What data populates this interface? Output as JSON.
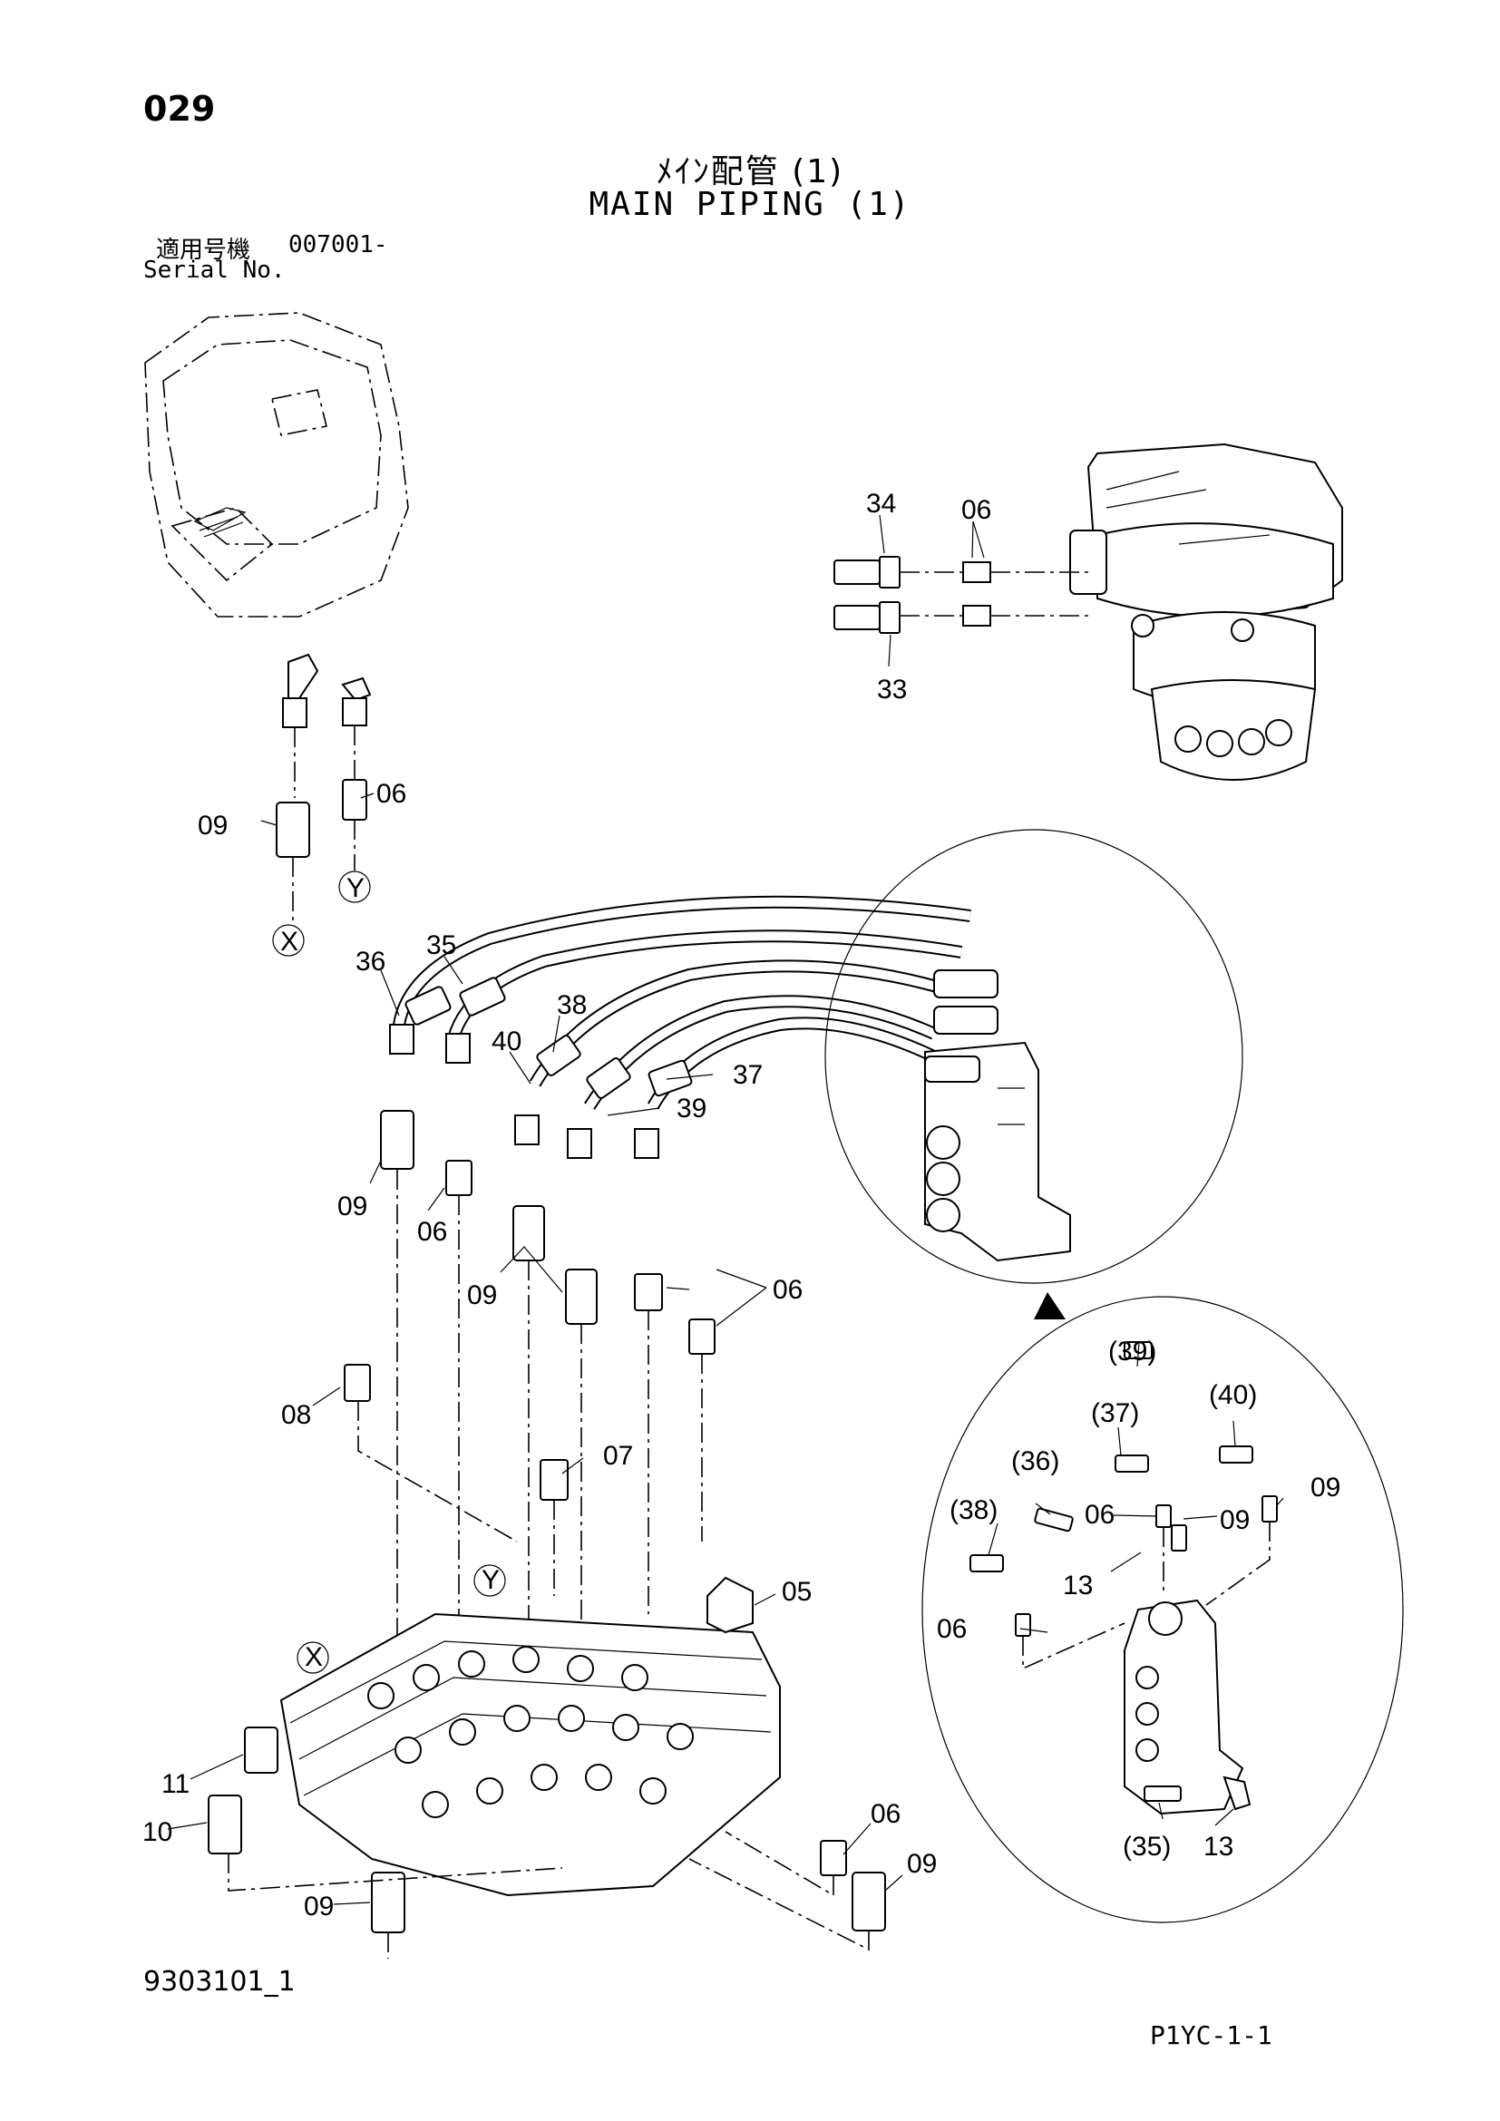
{
  "header": {
    "page_number": "029",
    "title_jp": "ﾒｲﾝ配管 (1)",
    "title_en": "MAIN PIPING (1)",
    "serial_label_jp": "適用号機",
    "serial_value": "007001-",
    "serial_label_en": "Serial No."
  },
  "callouts": {
    "c34": "34",
    "c06a": "06",
    "c33": "33",
    "c09a": "09",
    "c06b": "06",
    "markY1": "Y",
    "markX1": "X",
    "c36": "36",
    "c35": "35",
    "c38": "38",
    "c40": "40",
    "c37": "37",
    "c39": "39",
    "c09b": "09",
    "c06c": "06",
    "c09c": "09",
    "c06d": "06",
    "c08": "08",
    "c07": "07",
    "markY2": "Y",
    "c05": "05",
    "markX2": "X",
    "c11": "11",
    "c10": "10",
    "c09d": "09",
    "c06e": "06",
    "c09e": "09"
  },
  "detail": {
    "d39": "(39)",
    "d37": "(37)",
    "d40": "(40)",
    "d36": "(36)",
    "d38": "(38)",
    "d06a": "06",
    "d09a": "09",
    "d09b": "09",
    "d13a": "13",
    "d06b": "06",
    "d35": "(35)",
    "d13b": "13"
  },
  "footer": {
    "drawing_number": "9303101_1",
    "page_code": "P1YC-1-1"
  }
}
